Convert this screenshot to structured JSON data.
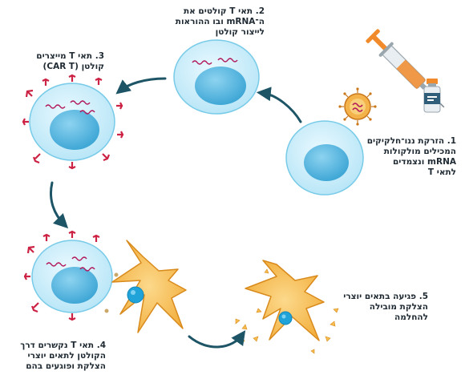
{
  "steps": [
    {
      "id": 1,
      "lines": [
        "1. הזרקת ננו־חלקיקים",
        "המכילים מולקולות",
        "mRNA ונצמדים",
        "לתאי T"
      ]
    },
    {
      "id": 2,
      "lines": [
        "2. תאי T קולטים את",
        "ה־mRNA ובו ההוראות",
        "לייצור קולטן"
      ]
    },
    {
      "id": 3,
      "lines": [
        "3. תאי T מייצרים",
        "קולטן (CAR T)"
      ]
    },
    {
      "id": 4,
      "lines": [
        "4. תאי T נקשרים דרך",
        "הקולטן לתאים יוצרי",
        "הצלקת ופוגעים בהם"
      ]
    },
    {
      "id": 5,
      "lines": [
        "5. פגיעה בתאים יוצרי",
        "הצלקת מובילה",
        "להחלמה"
      ]
    }
  ],
  "colors": {
    "cell_fill": "#cdeefa",
    "cell_stroke": "#78cbe8",
    "nucleus": "#5fb9e2",
    "mrna": "#b2185a",
    "receptor": "#cc2244",
    "arrow": "#1d5566",
    "fibroblast": "#f6bd4e",
    "fibroblast_stroke": "#d98a1c",
    "syringe_orange": "#f08a2a",
    "text": "#1f2a33"
  }
}
